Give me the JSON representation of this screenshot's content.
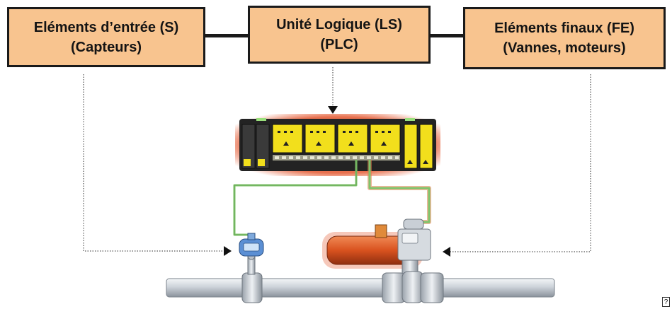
{
  "boxes": {
    "inputs": {
      "line1": "Eléments d’entrée (S)",
      "line2": "(Capteurs)"
    },
    "logic": {
      "line1": "Unité Logique (LS)",
      "line2": "(PLC)"
    },
    "finals": {
      "line1": "Eléments finaux (FE)",
      "line2": "(Vannes, moteurs)"
    }
  },
  "colors": {
    "box_fill": "#f8c48f",
    "plc_glow": "#e5603a",
    "module_yellow": "#f2df1c",
    "wire_green": "#7fc46a",
    "actuator_orange": "#d9521f",
    "pipe_gray": "#c9cfd6"
  },
  "icons": [
    "sensor-transmitter-icon",
    "valve-actuator-icon",
    "plc-rack-icon",
    "pipe-icon"
  ],
  "corner_glyph": "?"
}
